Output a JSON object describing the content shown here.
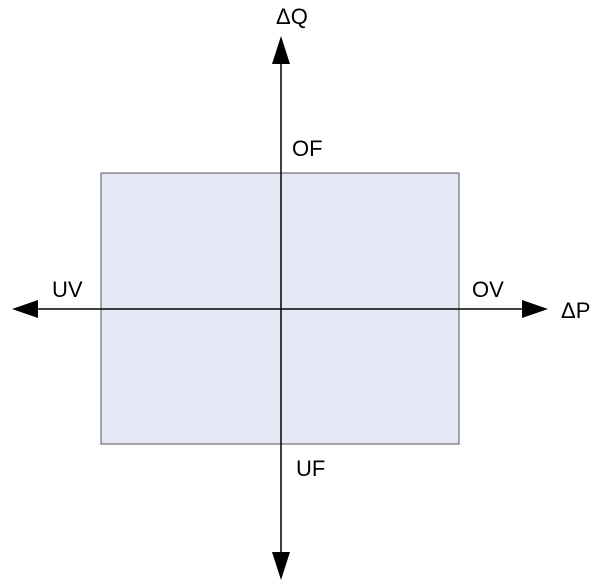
{
  "diagram": {
    "axes": {
      "horizontal_label": "ΔP",
      "vertical_label": "ΔQ"
    },
    "region_labels": {
      "over_frequency": "OF",
      "under_frequency": "UF",
      "under_voltage": "UV",
      "over_voltage": "OV"
    },
    "colors": {
      "region_fill": "#e4e8f4",
      "region_stroke": "#555555",
      "axis": "#000000"
    }
  }
}
